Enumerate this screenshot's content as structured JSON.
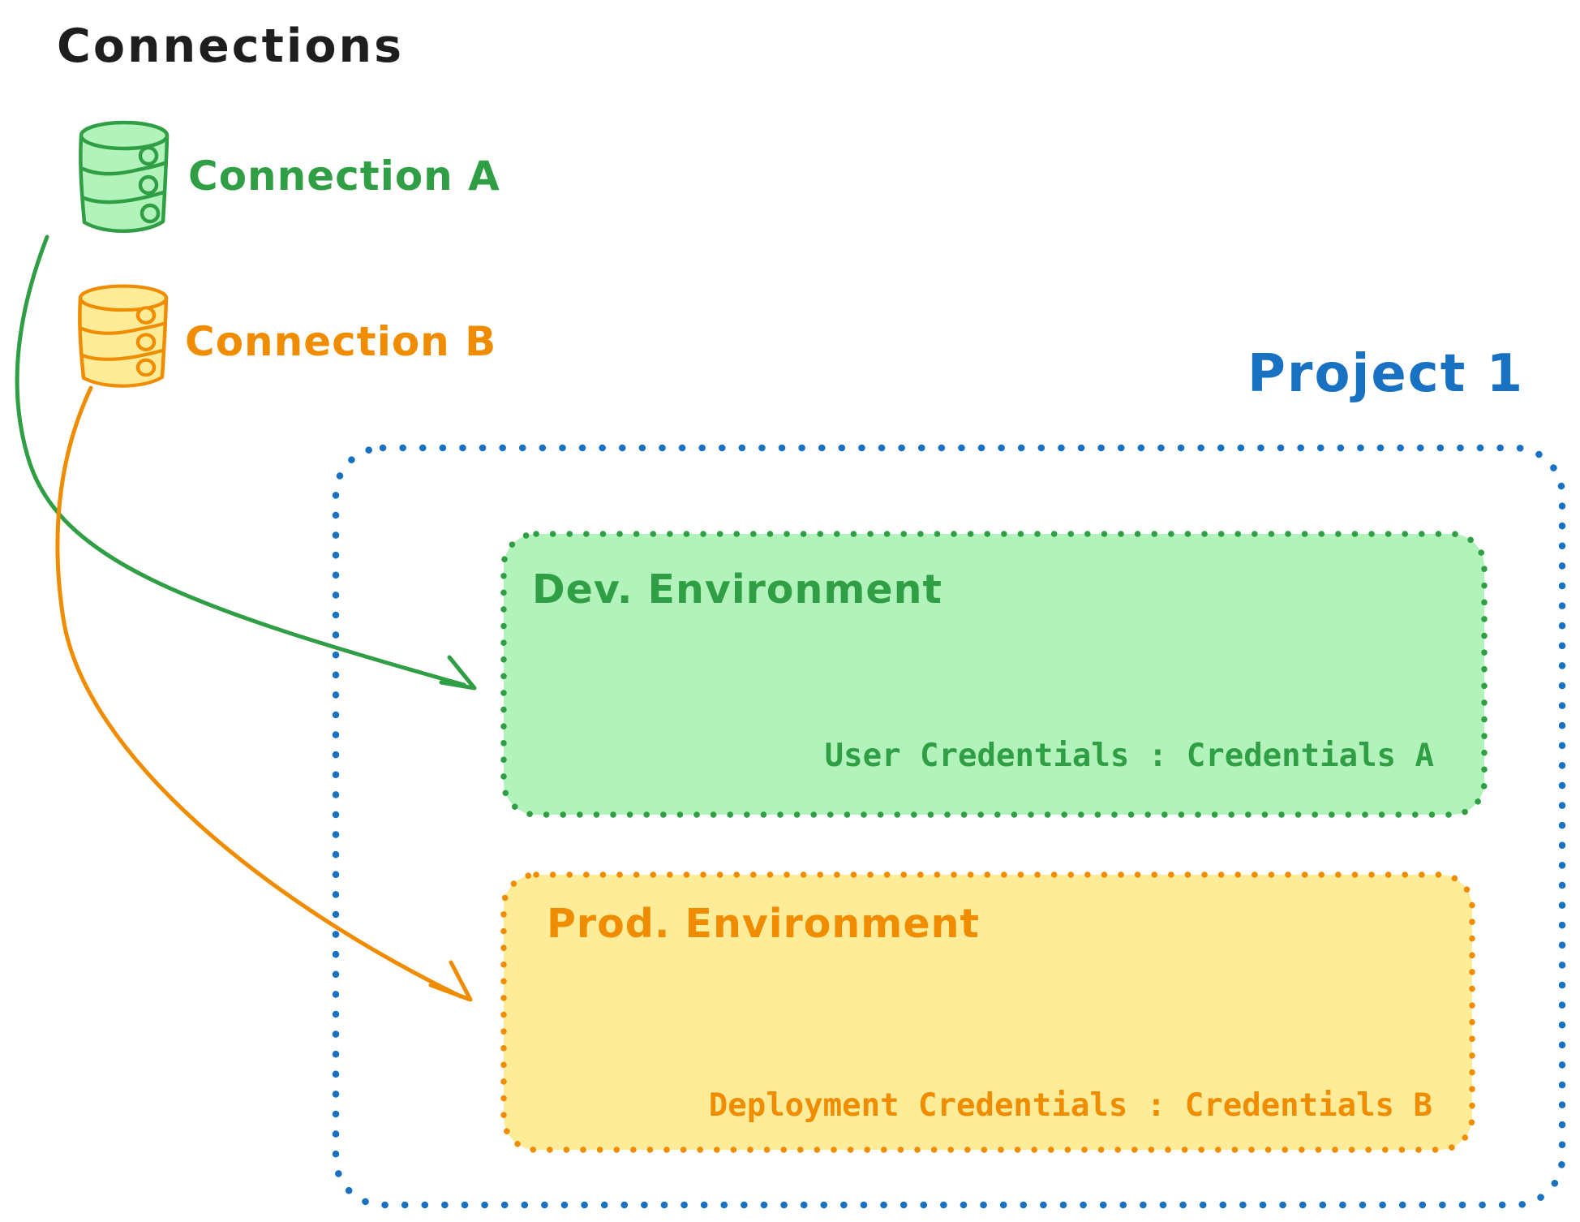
{
  "title": "Connections",
  "colors": {
    "ink": "#1e1e1e",
    "green": "#2f9e44",
    "green_fill": "#b2f2bb",
    "orange": "#f08c00",
    "orange_fill": "#ffec99",
    "blue": "#1971c2"
  },
  "connections": {
    "a": {
      "label": "Connection A",
      "icon": "database-icon",
      "color": "#2f9e44"
    },
    "b": {
      "label": "Connection B",
      "icon": "database-icon",
      "color": "#f08c00"
    }
  },
  "project": {
    "label": "Project 1",
    "environments": {
      "dev": {
        "title": "Dev. Environment",
        "credentials": "User Credentials : Credentials A"
      },
      "prod": {
        "title": "Prod. Environment",
        "credentials": "Deployment Credentials : Credentials B"
      }
    }
  },
  "arrows": {
    "a_to_dev": "Connection A to Dev. Environment",
    "b_to_prod": "Connection B to Prod. Environment"
  }
}
